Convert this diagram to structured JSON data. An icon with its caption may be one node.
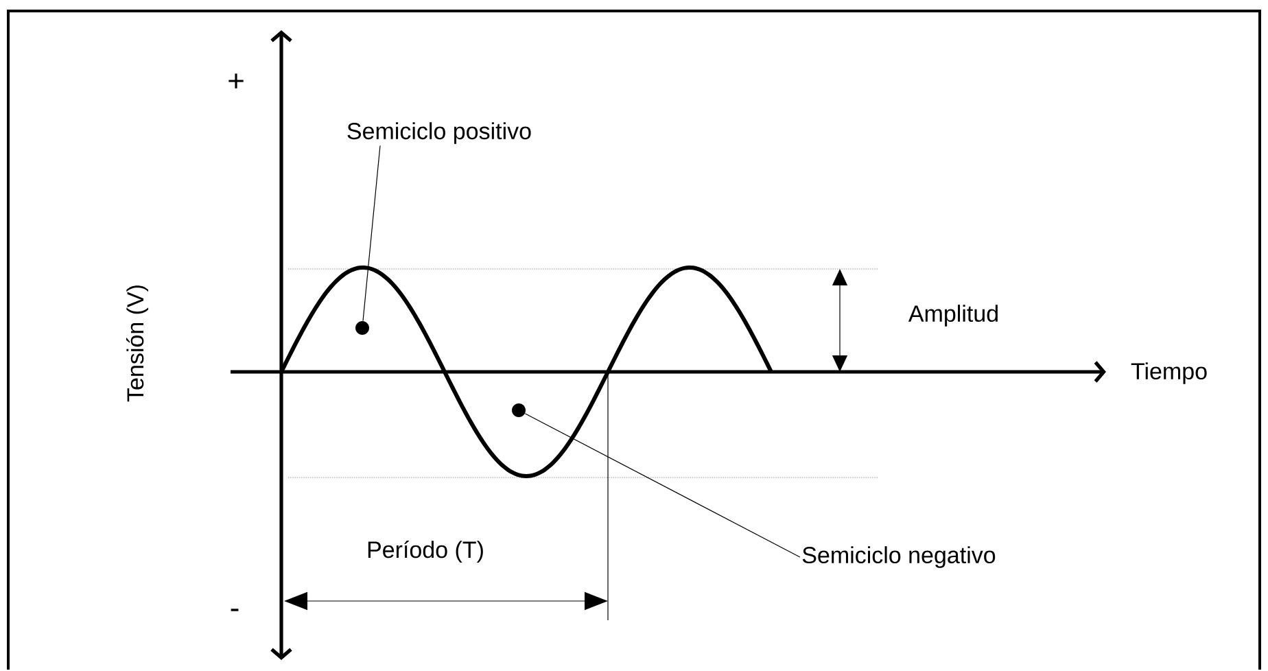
{
  "diagram": {
    "nodes": [
      {
        "text": [
          "Semiciclo positivo"
        ]
      },
      {
        "text": [],
        "shape": "circle"
      },
      {
        "text": [],
        "shape": "circle"
      },
      {
        "text": [
          "Semiciclo negativo"
        ]
      }
    ],
    "edges": [
      {
        "from": 0,
        "to": 1,
        "arrow": "none"
      },
      {
        "from": 3,
        "to": 2,
        "arrow": "none"
      }
    ],
    "labels": [
      "+",
      "Tensión (V)",
      "Amplitud",
      "Tiempo",
      "Período (T)",
      "-"
    ]
  }
}
